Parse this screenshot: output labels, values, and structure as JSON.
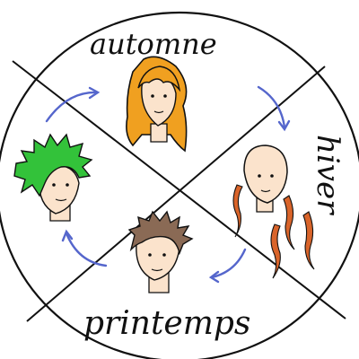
{
  "diagram": {
    "seasons": [
      {
        "id": "autumn",
        "label": "automne",
        "hair_color": "#f0a020",
        "hair_shade": "#c87a10"
      },
      {
        "id": "winter",
        "label": "hiver",
        "hair_color": "#f3ddc8",
        "hair_shade": "#d9b89a",
        "falling_hair_color": "#d9642a"
      },
      {
        "id": "spring",
        "label": "printemps",
        "hair_color": "#8a6a55",
        "hair_shade": "#5a4032"
      },
      {
        "id": "summer",
        "label": "",
        "hair_color": "#33c23a",
        "hair_shade": "#1f8c25"
      }
    ],
    "colors": {
      "outline": "#111111",
      "arrows": "#5566cc",
      "skin": "#fbe3cc"
    },
    "icons": [
      "cycle-arrow-icon"
    ]
  }
}
